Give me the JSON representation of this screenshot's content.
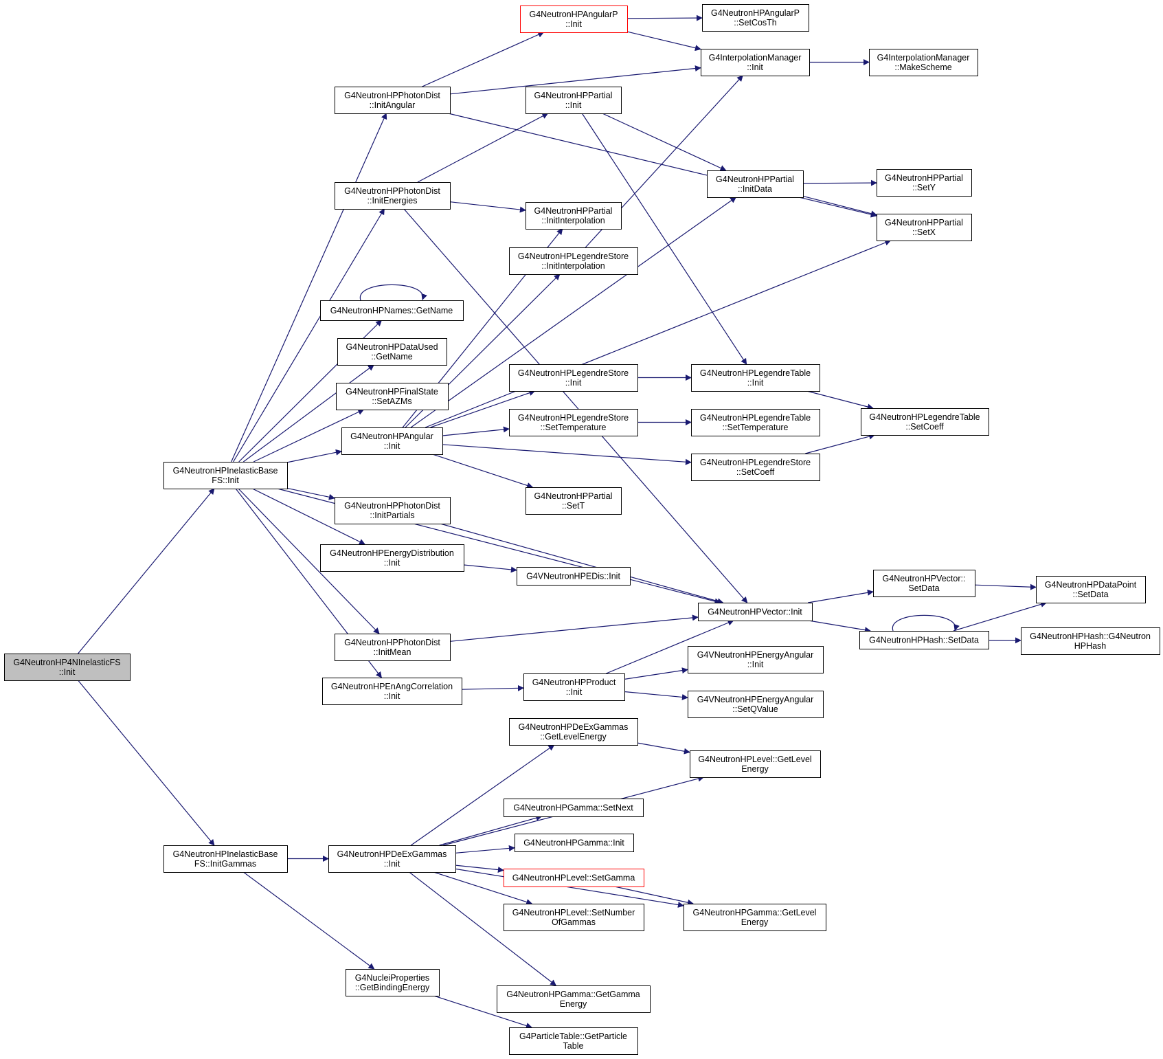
{
  "nodes": [
    {
      "id": "root",
      "lines": [
        "G4NeutronHP4NInelasticFS",
        "::Init"
      ],
      "style": "root"
    },
    {
      "id": "baseInit",
      "lines": [
        "G4NeutronHPInelasticBase",
        "FS::Init"
      ]
    },
    {
      "id": "baseInitGammas",
      "lines": [
        "G4NeutronHPInelasticBase",
        "FS::InitGammas"
      ]
    },
    {
      "id": "pdInitAngular",
      "lines": [
        "G4NeutronHPPhotonDist",
        "::InitAngular"
      ]
    },
    {
      "id": "pdInitEnergies",
      "lines": [
        "G4NeutronHPPhotonDist",
        "::InitEnergies"
      ]
    },
    {
      "id": "namesGetName",
      "lines": [
        "G4NeutronHPNames::GetName"
      ]
    },
    {
      "id": "dataUsedGetName",
      "lines": [
        "G4NeutronHPDataUsed",
        "::GetName"
      ]
    },
    {
      "id": "finalStateSetAZMs",
      "lines": [
        "G4NeutronHPFinalState",
        "::SetAZMs"
      ]
    },
    {
      "id": "angularInit",
      "lines": [
        "G4NeutronHPAngular",
        "::Init"
      ]
    },
    {
      "id": "pdInitPartials",
      "lines": [
        "G4NeutronHPPhotonDist",
        "::InitPartials"
      ]
    },
    {
      "id": "energyDistInit",
      "lines": [
        "G4NeutronHPEnergyDistribution",
        "::Init"
      ]
    },
    {
      "id": "pdInitMean",
      "lines": [
        "G4NeutronHPPhotonDist",
        "::InitMean"
      ]
    },
    {
      "id": "enAngCorrInit",
      "lines": [
        "G4NeutronHPEnAngCorrelation",
        "::Init"
      ]
    },
    {
      "id": "angularPInit",
      "lines": [
        "G4NeutronHPAngularP",
        "::Init"
      ],
      "style": "red"
    },
    {
      "id": "angularPSetCosTh",
      "lines": [
        "G4NeutronHPAngularP",
        "::SetCosTh"
      ]
    },
    {
      "id": "interpMgrInit",
      "lines": [
        "G4InterpolationManager",
        "::Init"
      ]
    },
    {
      "id": "interpMgrMakeScheme",
      "lines": [
        "G4InterpolationManager",
        "::MakeScheme"
      ]
    },
    {
      "id": "partialInit",
      "lines": [
        "G4NeutronHPPartial",
        "::Init"
      ]
    },
    {
      "id": "partialInitData",
      "lines": [
        "G4NeutronHPPartial",
        "::InitData"
      ]
    },
    {
      "id": "partialSetY",
      "lines": [
        "G4NeutronHPPartial",
        "::SetY"
      ]
    },
    {
      "id": "partialSetX",
      "lines": [
        "G4NeutronHPPartial",
        "::SetX"
      ]
    },
    {
      "id": "partialInitInterp",
      "lines": [
        "G4NeutronHPPartial",
        "::InitInterpolation"
      ]
    },
    {
      "id": "legStoreInitInterp",
      "lines": [
        "G4NeutronHPLegendreStore",
        "::InitInterpolation"
      ]
    },
    {
      "id": "legStoreInit",
      "lines": [
        "G4NeutronHPLegendreStore",
        "::Init"
      ]
    },
    {
      "id": "legStoreSetTemp",
      "lines": [
        "G4NeutronHPLegendreStore",
        "::SetTemperature"
      ]
    },
    {
      "id": "legTableInit",
      "lines": [
        "G4NeutronHPLegendreTable",
        "::Init"
      ]
    },
    {
      "id": "legTableSetTemp",
      "lines": [
        "G4NeutronHPLegendreTable",
        "::SetTemperature"
      ]
    },
    {
      "id": "legTableSetCoeff",
      "lines": [
        "G4NeutronHPLegendreTable",
        "::SetCoeff"
      ]
    },
    {
      "id": "legStoreSetCoeff",
      "lines": [
        "G4NeutronHPLegendreStore",
        "::SetCoeff"
      ]
    },
    {
      "id": "partialSetT",
      "lines": [
        "G4NeutronHPPartial",
        "::SetT"
      ]
    },
    {
      "id": "vEDisInit",
      "lines": [
        "G4VNeutronHPEDis::Init"
      ]
    },
    {
      "id": "vectorInit",
      "lines": [
        "G4NeutronHPVector::Init"
      ]
    },
    {
      "id": "vectorSetData",
      "lines": [
        "G4NeutronHPVector::",
        "SetData"
      ]
    },
    {
      "id": "dataPointSetData",
      "lines": [
        "G4NeutronHPDataPoint",
        "::SetData"
      ]
    },
    {
      "id": "hashSetData",
      "lines": [
        "G4NeutronHPHash::SetData"
      ]
    },
    {
      "id": "hashCtor",
      "lines": [
        "G4NeutronHPHash::G4Neutron",
        "HPHash"
      ]
    },
    {
      "id": "productInit",
      "lines": [
        "G4NeutronHPProduct",
        "::Init"
      ]
    },
    {
      "id": "vEnergyAngInit",
      "lines": [
        "G4VNeutronHPEnergyAngular",
        "::Init"
      ]
    },
    {
      "id": "vEnergyAngSetQ",
      "lines": [
        "G4VNeutronHPEnergyAngular",
        "::SetQValue"
      ]
    },
    {
      "id": "deExGetLevelEnergy",
      "lines": [
        "G4NeutronHPDeExGammas",
        "::GetLevelEnergy"
      ]
    },
    {
      "id": "levelGetLevelEnergy",
      "lines": [
        "G4NeutronHPLevel::GetLevel",
        "Energy"
      ]
    },
    {
      "id": "gammaSetNext",
      "lines": [
        "G4NeutronHPGamma::SetNext"
      ]
    },
    {
      "id": "gammaInit",
      "lines": [
        "G4NeutronHPGamma::Init"
      ]
    },
    {
      "id": "deExInit",
      "lines": [
        "G4NeutronHPDeExGammas",
        "::Init"
      ]
    },
    {
      "id": "levelSetGamma",
      "lines": [
        "G4NeutronHPLevel::SetGamma"
      ],
      "style": "red"
    },
    {
      "id": "levelSetNumber",
      "lines": [
        "G4NeutronHPLevel::SetNumber",
        "OfGammas"
      ]
    },
    {
      "id": "gammaGetLevelEnergy",
      "lines": [
        "G4NeutronHPGamma::GetLevel",
        "Energy"
      ]
    },
    {
      "id": "gammaGetGammaEnergy",
      "lines": [
        "G4NeutronHPGamma::GetGamma",
        "Energy"
      ]
    },
    {
      "id": "nucleiGetBinding",
      "lines": [
        "G4NucleiProperties",
        "::GetBindingEnergy"
      ]
    },
    {
      "id": "particleTableGet",
      "lines": [
        "G4ParticleTable::GetParticle",
        "Table"
      ]
    }
  ],
  "edges": [
    [
      "root",
      "baseInit"
    ],
    [
      "root",
      "baseInitGammas"
    ],
    [
      "baseInit",
      "pdInitAngular"
    ],
    [
      "baseInit",
      "pdInitEnergies"
    ],
    [
      "baseInit",
      "namesGetName"
    ],
    [
      "baseInit",
      "dataUsedGetName"
    ],
    [
      "baseInit",
      "finalStateSetAZMs"
    ],
    [
      "baseInit",
      "angularInit"
    ],
    [
      "baseInit",
      "pdInitPartials"
    ],
    [
      "baseInit",
      "energyDistInit"
    ],
    [
      "baseInit",
      "vectorInit"
    ],
    [
      "baseInit",
      "pdInitMean"
    ],
    [
      "baseInit",
      "enAngCorrInit"
    ],
    [
      "pdInitAngular",
      "angularPInit"
    ],
    [
      "pdInitAngular",
      "interpMgrInit"
    ],
    [
      "pdInitAngular",
      "partialSetX"
    ],
    [
      "angularPInit",
      "angularPSetCosTh"
    ],
    [
      "angularPInit",
      "interpMgrInit"
    ],
    [
      "interpMgrInit",
      "interpMgrMakeScheme"
    ],
    [
      "pdInitEnergies",
      "partialInit"
    ],
    [
      "pdInitEnergies",
      "partialInitInterp"
    ],
    [
      "pdInitEnergies",
      "vectorInit"
    ],
    [
      "partialInit",
      "partialInitData"
    ],
    [
      "partialInit",
      "legTableInit"
    ],
    [
      "partialInitData",
      "partialSetY"
    ],
    [
      "partialInitData",
      "partialSetX"
    ],
    [
      "legStoreInitInterp",
      "interpMgrInit"
    ],
    [
      "namesGetName",
      "namesGetName"
    ],
    [
      "angularInit",
      "partialInitInterp"
    ],
    [
      "angularInit",
      "legStoreInitInterp"
    ],
    [
      "angularInit",
      "partialInitData"
    ],
    [
      "angularInit",
      "partialSetX"
    ],
    [
      "angularInit",
      "legStoreInit"
    ],
    [
      "angularInit",
      "legStoreSetTemp"
    ],
    [
      "angularInit",
      "legStoreSetCoeff"
    ],
    [
      "angularInit",
      "partialSetT"
    ],
    [
      "legStoreInit",
      "legTableInit"
    ],
    [
      "legStoreSetTemp",
      "legTableSetTemp"
    ],
    [
      "legTableInit",
      "legTableSetCoeff"
    ],
    [
      "legStoreSetCoeff",
      "legTableSetCoeff"
    ],
    [
      "pdInitPartials",
      "vectorInit"
    ],
    [
      "energyDistInit",
      "vEDisInit"
    ],
    [
      "pdInitMean",
      "vectorInit"
    ],
    [
      "enAngCorrInit",
      "productInit"
    ],
    [
      "productInit",
      "vectorInit"
    ],
    [
      "productInit",
      "vEnergyAngInit"
    ],
    [
      "productInit",
      "vEnergyAngSetQ"
    ],
    [
      "vectorInit",
      "vectorSetData"
    ],
    [
      "vectorInit",
      "hashSetData"
    ],
    [
      "vectorSetData",
      "dataPointSetData"
    ],
    [
      "hashSetData",
      "dataPointSetData"
    ],
    [
      "hashSetData",
      "hashCtor"
    ],
    [
      "hashSetData",
      "hashSetData"
    ],
    [
      "baseInitGammas",
      "deExInit"
    ],
    [
      "baseInitGammas",
      "nucleiGetBinding"
    ],
    [
      "deExInit",
      "deExGetLevelEnergy"
    ],
    [
      "deExInit",
      "levelGetLevelEnergy"
    ],
    [
      "deExInit",
      "gammaSetNext"
    ],
    [
      "deExInit",
      "gammaInit"
    ],
    [
      "deExInit",
      "levelSetGamma"
    ],
    [
      "deExInit",
      "levelSetNumber"
    ],
    [
      "deExInit",
      "gammaGetLevelEnergy"
    ],
    [
      "deExInit",
      "gammaGetGammaEnergy"
    ],
    [
      "deExGetLevelEnergy",
      "levelGetLevelEnergy"
    ],
    [
      "levelSetGamma",
      "gammaGetLevelEnergy"
    ],
    [
      "nucleiGetBinding",
      "particleTableGet"
    ]
  ]
}
